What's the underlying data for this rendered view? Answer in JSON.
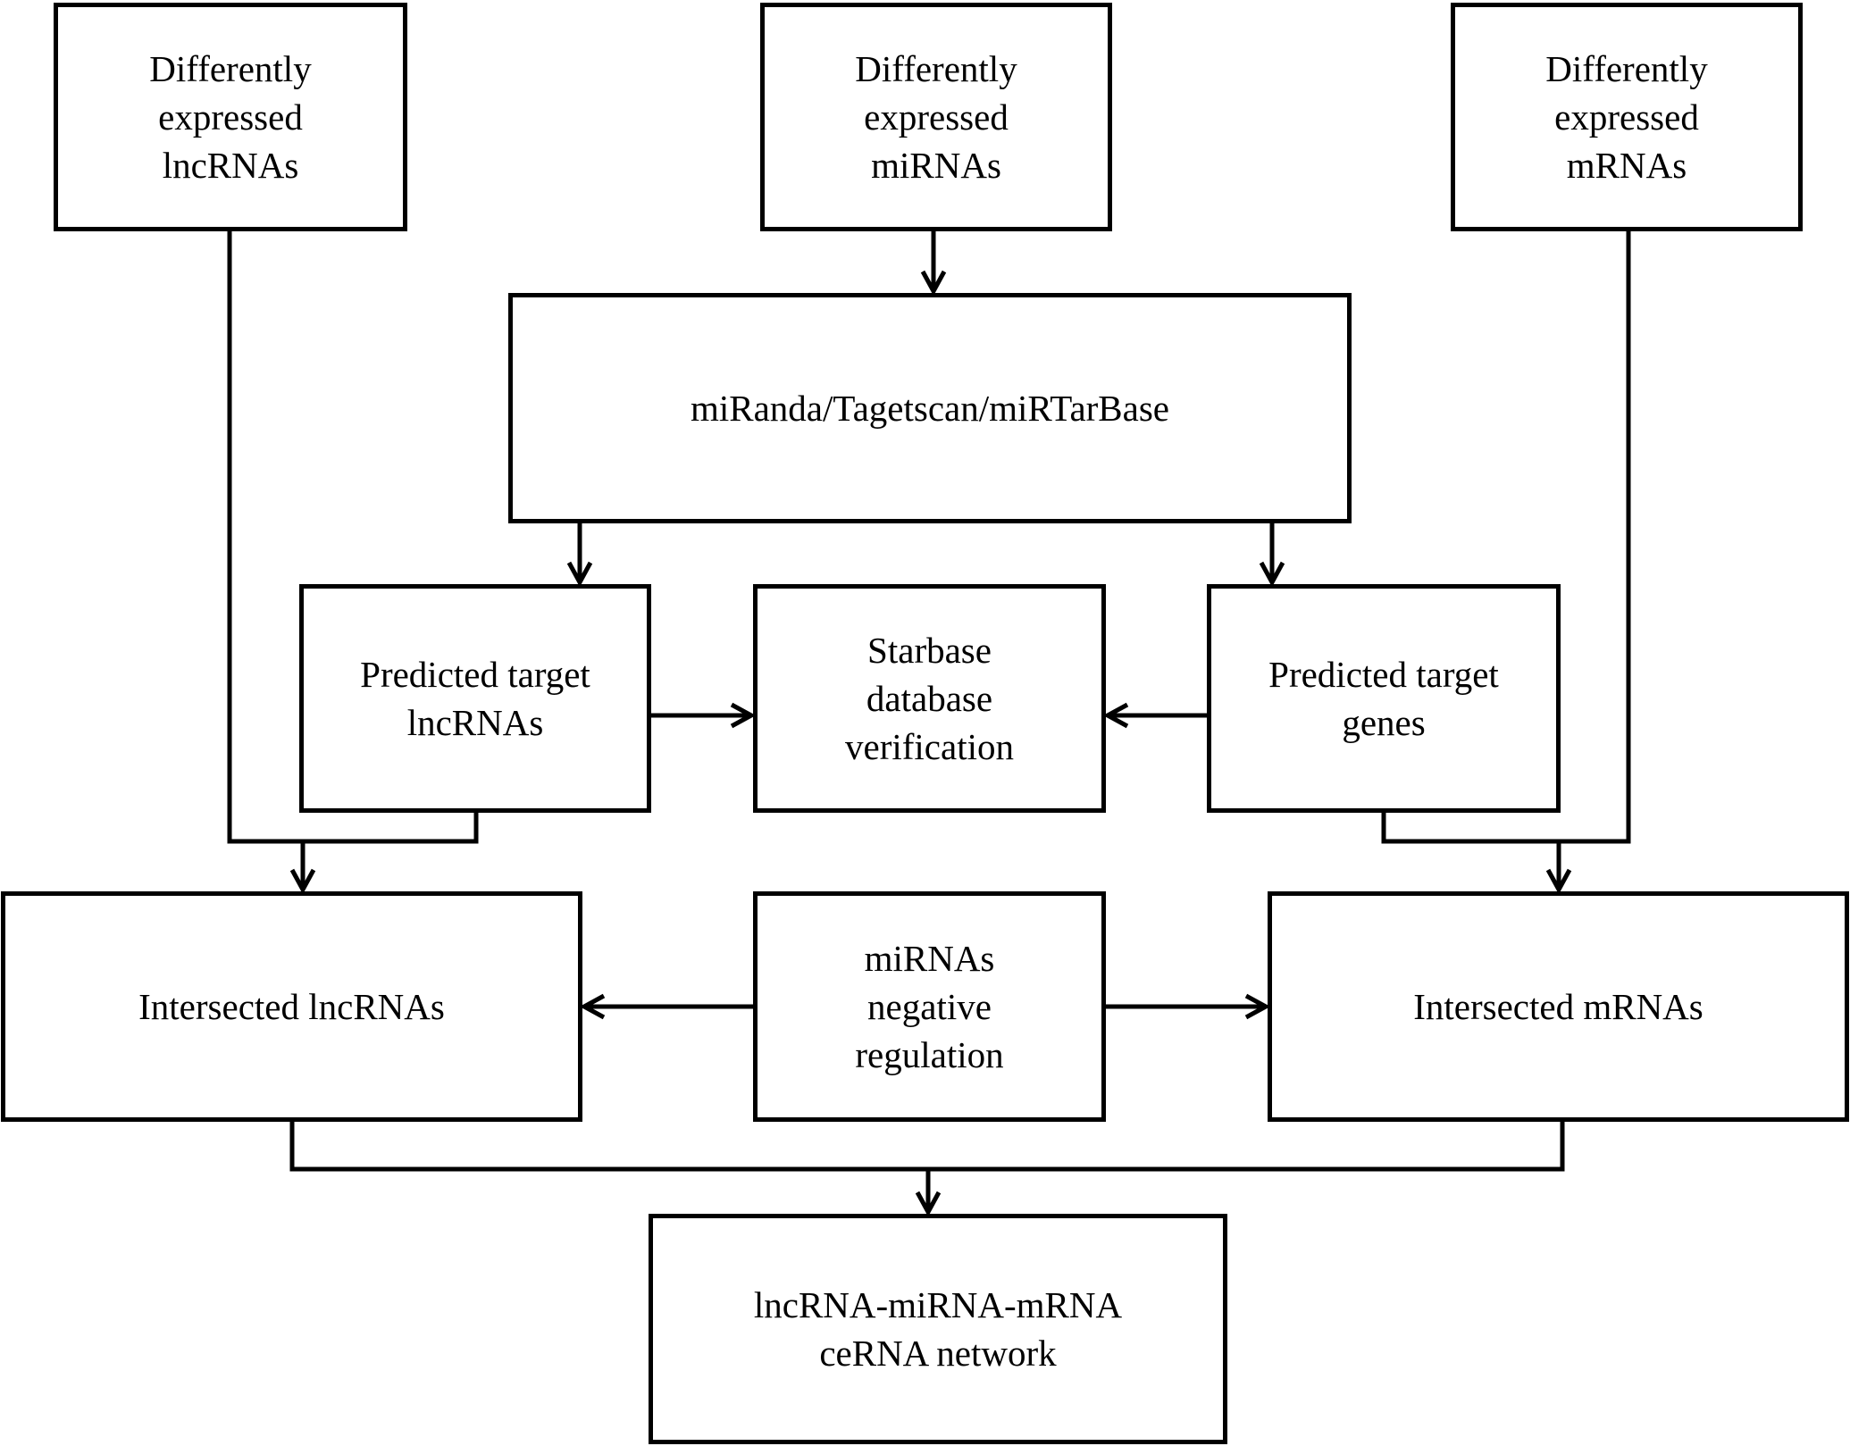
{
  "diagram": {
    "nodes": [
      {
        "id": "n-lnc",
        "name": "node-de-lncrnas",
        "label": "Differently\nexpressed\nlncRNAs"
      },
      {
        "id": "n-mir",
        "name": "node-de-mirnas",
        "label": "Differently\nexpressed\nmiRNAs"
      },
      {
        "id": "n-mrna",
        "name": "node-de-mrnas",
        "label": "Differently\nexpressed\nmRNAs"
      },
      {
        "id": "n-tool",
        "name": "node-prediction-tools",
        "label": "miRanda/Tagetscan/miRTarBase"
      },
      {
        "id": "n-ptl",
        "name": "node-predicted-lncrnas",
        "label": "Predicted target\nlncRNAs"
      },
      {
        "id": "n-star",
        "name": "node-starbase",
        "label": "Starbase\ndatabase\nverification"
      },
      {
        "id": "n-ptg",
        "name": "node-predicted-genes",
        "label": "Predicted target\ngenes"
      },
      {
        "id": "n-il",
        "name": "node-intersected-lncrnas",
        "label": "Intersected lncRNAs"
      },
      {
        "id": "n-neg",
        "name": "node-negative-regulation",
        "label": "miRNAs\nnegative\nregulation"
      },
      {
        "id": "n-im",
        "name": "node-intersected-mrnas",
        "label": "Intersected mRNAs"
      },
      {
        "id": "n-net",
        "name": "node-cerna-network",
        "label": "lncRNA-miRNA-mRNA\nceRNA network"
      }
    ],
    "edges": [
      {
        "from": "n-mir",
        "to": "n-tool"
      },
      {
        "from": "n-tool",
        "to": "n-ptl"
      },
      {
        "from": "n-tool",
        "to": "n-ptg"
      },
      {
        "from": "n-ptl",
        "to": "n-star"
      },
      {
        "from": "n-ptg",
        "to": "n-star"
      },
      {
        "from": "n-lnc",
        "to": "n-il"
      },
      {
        "from": "n-ptl",
        "to": "n-il"
      },
      {
        "from": "n-mrna",
        "to": "n-im"
      },
      {
        "from": "n-ptg",
        "to": "n-im"
      },
      {
        "from": "n-neg",
        "to": "n-il"
      },
      {
        "from": "n-neg",
        "to": "n-im"
      },
      {
        "from": "n-il",
        "to": "n-net"
      },
      {
        "from": "n-im",
        "to": "n-net"
      }
    ],
    "colors": {
      "stroke": "#000000",
      "fill": "#ffffff",
      "text": "#000000"
    }
  }
}
